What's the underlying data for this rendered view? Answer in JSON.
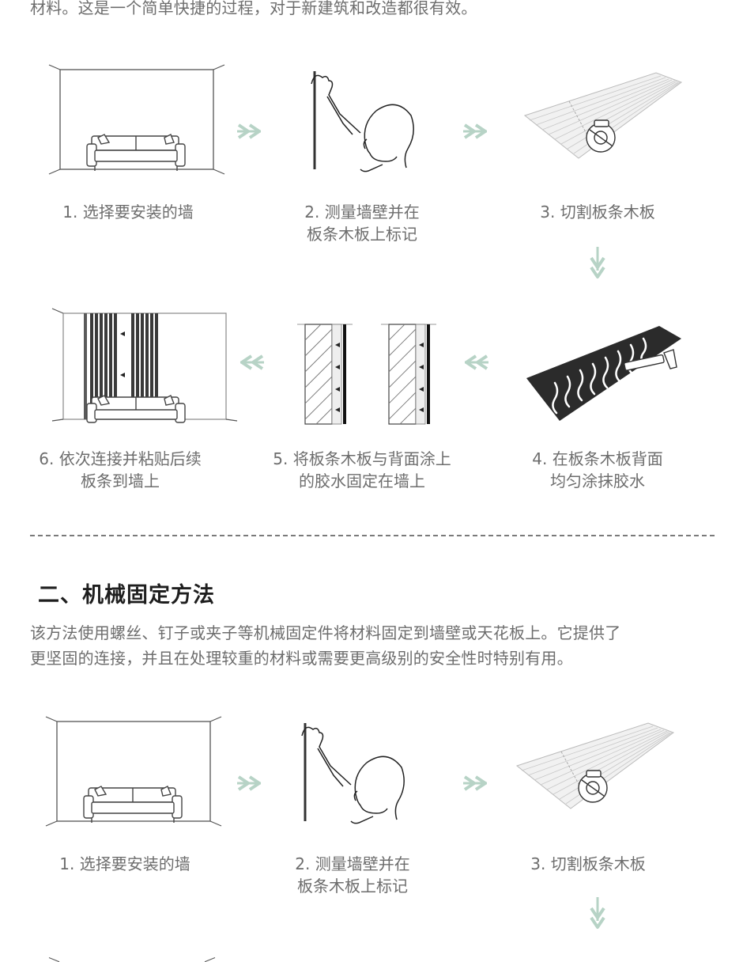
{
  "intro_tail": "材料。这是一个简单快捷的过程，对于新建筑和改造都很有效。",
  "section1": {
    "steps": [
      {
        "label_l1": "1. 选择要安装的墙",
        "label_l2": ""
      },
      {
        "label_l1": "2. 测量墙壁并在",
        "label_l2": "板条木板上标记"
      },
      {
        "label_l1": "3. 切割板条木板",
        "label_l2": ""
      },
      {
        "label_l1": "4. 在板条木板背面",
        "label_l2": "均匀涂抹胶水"
      },
      {
        "label_l1": "5. 将板条木板与背面涂上",
        "label_l2": "的胶水固定在墙上"
      },
      {
        "label_l1": "6. 依次连接并粘贴后续",
        "label_l2": "板条到墙上"
      }
    ]
  },
  "section2": {
    "title": "二、机械固定方法",
    "description_l1": "该方法使用螺丝、钉子或夹子等机械固定件将材料固定到墙壁或天花板上。它提供了",
    "description_l2": "更坚固的连接，并且在处理较重的材料或需要更高级别的安全性时特别有用。",
    "steps": [
      {
        "label_l1": "1. 选择要安装的墙",
        "label_l2": ""
      },
      {
        "label_l1": "2. 测量墙壁并在",
        "label_l2": "板条木板上标记"
      },
      {
        "label_l1": "3. 切割板条木板",
        "label_l2": ""
      }
    ]
  },
  "colors": {
    "arrow": "#b7d3c6",
    "text": "#6d6d6d",
    "heading": "#1e1e1e"
  },
  "icons": [
    "room-sofa-icon",
    "measure-hand-icon",
    "saw-board-icon",
    "glue-board-icon",
    "wall-section-icon",
    "slat-wall-icon",
    "double-arrow-icon"
  ]
}
